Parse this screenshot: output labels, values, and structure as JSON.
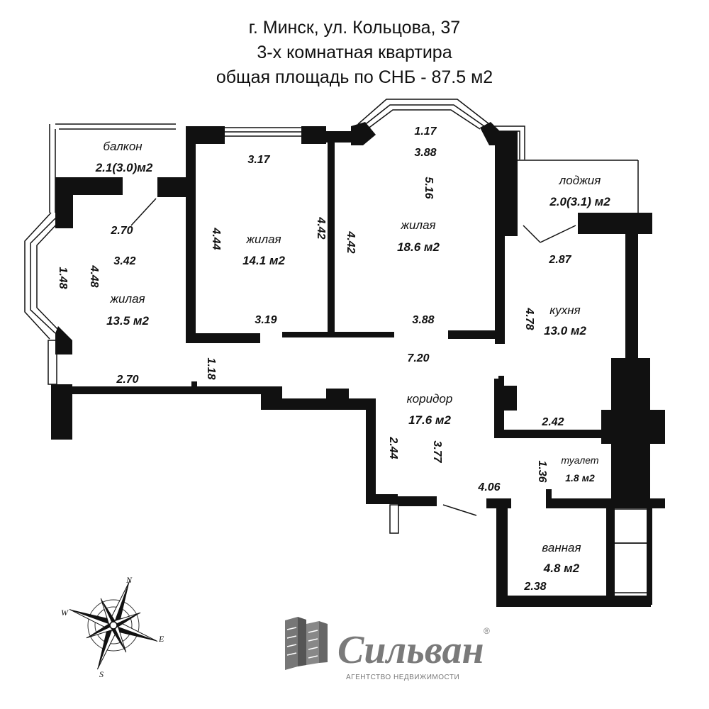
{
  "header": {
    "line1": "г. Минск, ул. Кольцова, 37",
    "line2": "3-х комнатная квартира",
    "line3": "общая площадь по СНБ - 87.5 м2"
  },
  "rooms": {
    "balcony": {
      "name": "балкон",
      "area": "2.1(3.0)м2"
    },
    "loggia": {
      "name": "лоджия",
      "area": "2.0(3.1) м2"
    },
    "living1": {
      "name": "жилая",
      "area": "13.5 м2"
    },
    "living2": {
      "name": "жилая",
      "area": "14.1 м2"
    },
    "living3": {
      "name": "жилая",
      "area": "18.6 м2"
    },
    "kitchen": {
      "name": "кухня",
      "area": "13.0 м2"
    },
    "corridor": {
      "name": "коридор",
      "area": "17.6 м2"
    },
    "toilet": {
      "name": "туалет",
      "area": "1.8 м2"
    },
    "bathroom": {
      "name": "ванная",
      "area": "4.8 м2"
    }
  },
  "dims": {
    "d_1_17": "1.17",
    "d_3_88_top": "3.88",
    "d_5_16": "5.16",
    "d_3_17": "3.17",
    "d_2_70_top": "2.70",
    "d_3_42": "3.42",
    "d_4_48": "4.48",
    "d_1_48": "1.48",
    "d_4_44": "4.44",
    "d_4_42_a": "4.42",
    "d_4_42_b": "4.42",
    "d_2_87": "2.87",
    "d_4_78": "4.78",
    "d_3_19": "3.19",
    "d_3_88_bottom": "3.88",
    "d_7_20": "7.20",
    "d_1_18": "1.18",
    "d_2_70_bottom": "2.70",
    "d_2_42": "2.42",
    "d_2_44": "2.44",
    "d_3_77": "3.77",
    "d_1_36": "1.36",
    "d_4_06": "4.06",
    "d_2_38": "2.38"
  },
  "compass": {
    "n": "N",
    "s": "S",
    "e": "E",
    "w": "W"
  },
  "logo": {
    "brand": "Сильван",
    "tagline": "АГЕНТСТВО НЕДВИЖИМОСТИ",
    "reg": "®"
  },
  "colors": {
    "wall": "#111111",
    "text": "#111111"
  }
}
